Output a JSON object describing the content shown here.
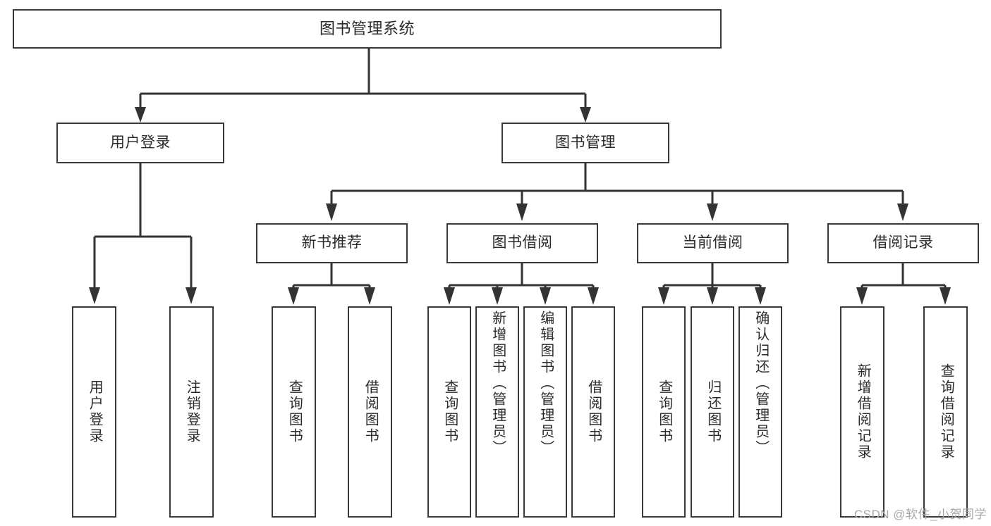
{
  "diagram": {
    "title": "图书管理系统",
    "type": "tree-hierarchy",
    "watermark": "CSDN @软件_小贺同学",
    "colors": {
      "background": "#ffffff",
      "box_border": "#3a3a3a",
      "box_fill": "#ffffff",
      "connector": "#333333",
      "text": "#2b2b2b",
      "watermark": "#a8a8a8"
    }
  },
  "nodes": {
    "root": {
      "label": "图书管理系统"
    },
    "level1": [
      {
        "label": "用户登录"
      },
      {
        "label": "图书管理"
      }
    ],
    "level2": [
      {
        "label": "新书推荐"
      },
      {
        "label": "图书借阅"
      },
      {
        "label": "当前借阅"
      },
      {
        "label": "借阅记录"
      }
    ],
    "leaves": {
      "user_login": [
        {
          "label": "用户登录"
        },
        {
          "label": "注销登录"
        }
      ],
      "new_book": [
        {
          "label": "查询图书"
        },
        {
          "label": "借阅图书"
        }
      ],
      "book_borrow": [
        {
          "label": "查询图书"
        },
        {
          "label": "新增图书（管理员）"
        },
        {
          "label": "编辑图书（管理员）"
        },
        {
          "label": "借阅图书"
        }
      ],
      "current_borrow": [
        {
          "label": "查询图书"
        },
        {
          "label": "归还图书"
        },
        {
          "label": "确认归还（管理员）"
        }
      ],
      "borrow_record": [
        {
          "label": "新增借阅记录"
        },
        {
          "label": "查询借阅记录"
        }
      ]
    }
  },
  "tree": {
    "label": "图书管理系统",
    "children": [
      {
        "label": "用户登录",
        "children": [
          {
            "label": "用户登录"
          },
          {
            "label": "注销登录"
          }
        ]
      },
      {
        "label": "图书管理",
        "children": [
          {
            "label": "新书推荐",
            "children": [
              {
                "label": "查询图书"
              },
              {
                "label": "借阅图书"
              }
            ]
          },
          {
            "label": "图书借阅",
            "children": [
              {
                "label": "查询图书"
              },
              {
                "label": "新增图书（管理员）"
              },
              {
                "label": "编辑图书（管理员）"
              },
              {
                "label": "借阅图书"
              }
            ]
          },
          {
            "label": "当前借阅",
            "children": [
              {
                "label": "查询图书"
              },
              {
                "label": "归还图书"
              },
              {
                "label": "确认归还（管理员）"
              }
            ]
          },
          {
            "label": "借阅记录",
            "children": [
              {
                "label": "新增借阅记录"
              },
              {
                "label": "查询借阅记录"
              }
            ]
          }
        ]
      }
    ]
  }
}
